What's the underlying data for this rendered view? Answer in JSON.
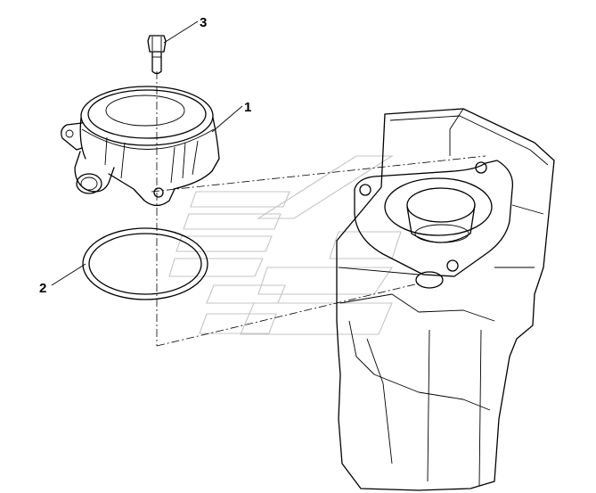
{
  "callouts": [
    {
      "id": "1",
      "label": "1"
    },
    {
      "id": "2",
      "label": "2"
    },
    {
      "id": "3",
      "label": "3"
    }
  ],
  "colors": {
    "line": "#000000",
    "watermark": "#c4c4c4",
    "background": "#ffffff"
  }
}
